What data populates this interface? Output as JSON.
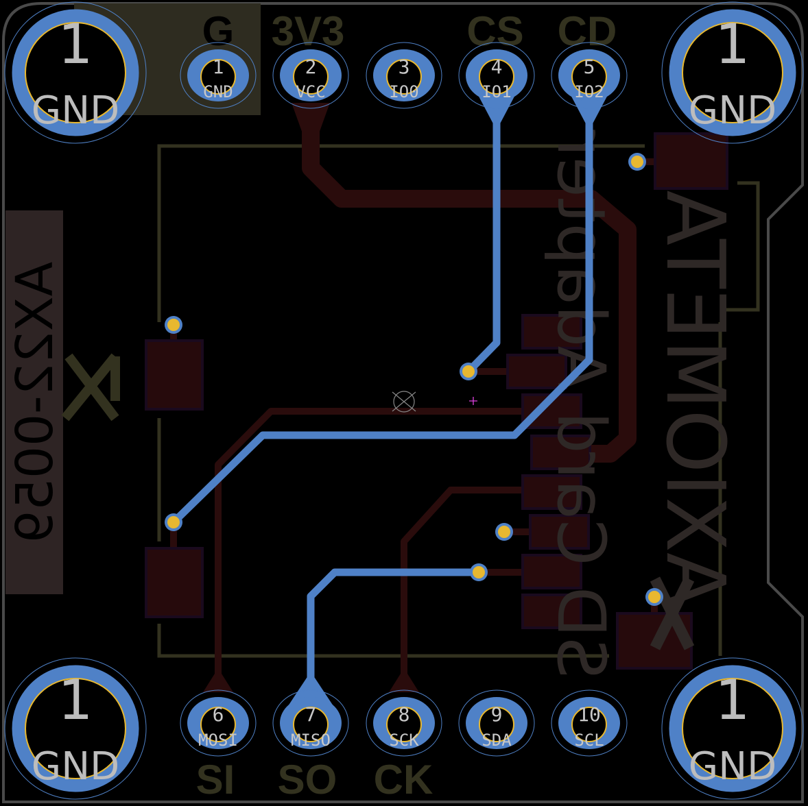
{
  "board": {
    "part_number": "AX22-0059",
    "product_name": "SD Card Adapter",
    "brand": "AXIOMETA"
  },
  "mounting_holes": [
    {
      "number": "1",
      "net": "GND"
    },
    {
      "number": "1",
      "net": "GND"
    },
    {
      "number": "1",
      "net": "GND"
    },
    {
      "number": "1",
      "net": "GND"
    }
  ],
  "top_header": {
    "silkscreen": [
      "G",
      "3V3",
      "",
      "CS",
      "CD"
    ],
    "pins": [
      {
        "number": "1",
        "net": "GND"
      },
      {
        "number": "2",
        "net": "VCC"
      },
      {
        "number": "3",
        "net": "IO0"
      },
      {
        "number": "4",
        "net": "IO1"
      },
      {
        "number": "5",
        "net": "IO2"
      }
    ]
  },
  "bottom_header": {
    "silkscreen": [
      "SI",
      "SO",
      "CK"
    ],
    "pins": [
      {
        "number": "6",
        "net": "MOSI"
      },
      {
        "number": "7",
        "net": "MISO"
      },
      {
        "number": "8",
        "net": "SCK"
      },
      {
        "number": "9",
        "net": "SDA"
      },
      {
        "number": "10",
        "net": "SCL"
      }
    ]
  },
  "colors": {
    "background": "#000000",
    "bottom_copper": "#4f81c7",
    "top_copper": "#2a0c0c",
    "drill": "#e8b830",
    "silkscreen": "#33321f",
    "outline": "#555555"
  }
}
